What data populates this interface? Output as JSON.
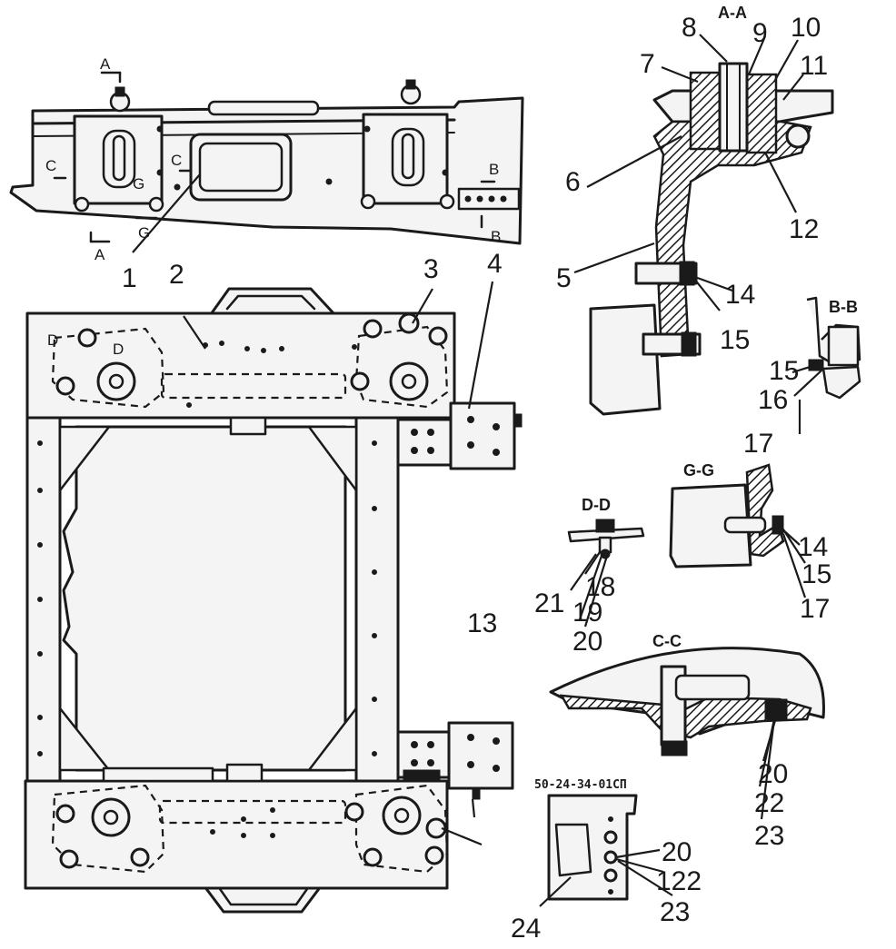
{
  "sections": {
    "aa": "A-A",
    "bb": "B-B",
    "dd": "D-D",
    "gg": "G-G",
    "cc": "C-C"
  },
  "marks": {
    "a_top": "A",
    "a_bottom": "A",
    "c_left": "C",
    "c_mid": "C",
    "g_mid": "G",
    "g_bottom": "G",
    "b_top": "B",
    "b_bottom": "B",
    "d_left": "D",
    "d_right": "D"
  },
  "code": "50-24-34-01СП",
  "callouts": {
    "n1": "1",
    "n2": "2",
    "n3": "3",
    "n4": "4",
    "n5": "5",
    "n6": "6",
    "n7": "7",
    "n8": "8",
    "n9": "9",
    "n10": "10",
    "n11": "11",
    "n12": "12",
    "n13": "13",
    "n14a": "14",
    "n15a": "15",
    "n15b": "15",
    "n16": "16",
    "n17a": "17",
    "n14b": "14",
    "n15c": "15",
    "n17b": "17",
    "n18": "18",
    "n19": "19",
    "n20a": "20",
    "n21": "21",
    "n20b": "20",
    "n22a": "22",
    "n23a": "23",
    "n20c": "20",
    "n22b": "122",
    "n23b": "23",
    "n24": "24"
  }
}
